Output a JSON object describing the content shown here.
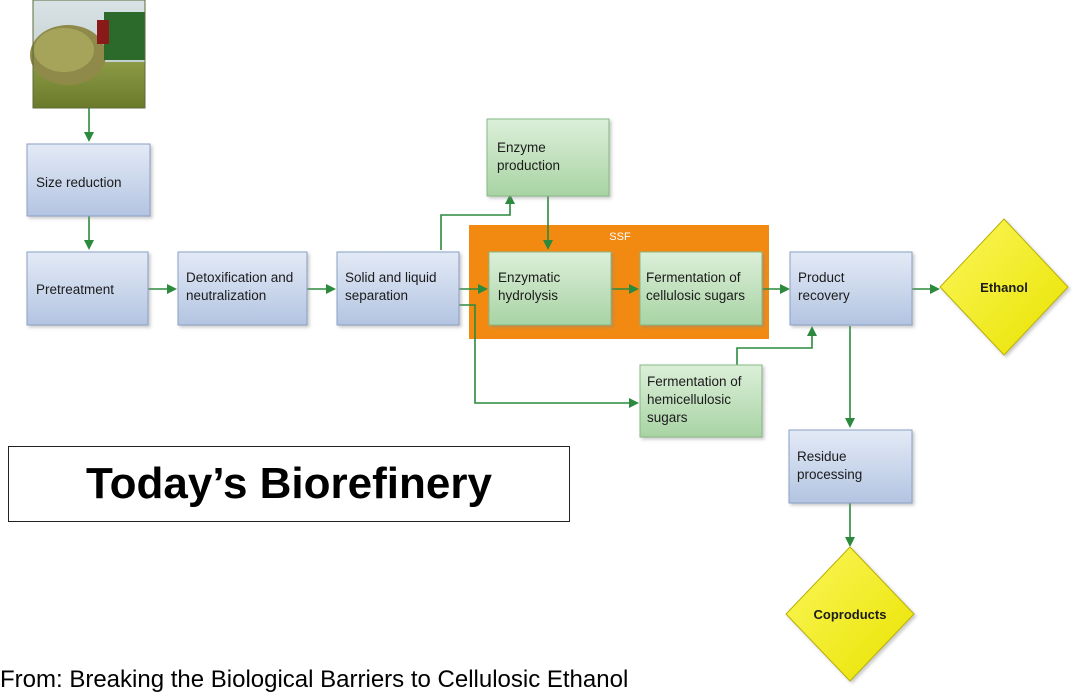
{
  "diagram": {
    "nodes": {
      "size_reduction": "Size reduction",
      "pretreatment": "Pretreatment",
      "detox": [
        "Detoxification and",
        "neutralization"
      ],
      "separation": [
        "Solid and liquid",
        "separation"
      ],
      "enzyme_production": [
        "Enzyme",
        "production"
      ],
      "hydrolysis": [
        "Enzymatic",
        "hydrolysis"
      ],
      "fermentation_cellulosic": [
        "Fermentation of",
        "cellulosic sugars"
      ],
      "fermentation_hemicellulosic": [
        "Fermentation of",
        "hemicellulosic",
        "sugars"
      ],
      "product_recovery": [
        "Product",
        "recovery"
      ],
      "residue_processing": [
        "Residue",
        "processing"
      ],
      "ethanol": "Ethanol",
      "coproducts": "Coproducts"
    },
    "ssf_label": "SSF",
    "edges": [
      [
        "biomass_photo",
        "size_reduction"
      ],
      [
        "size_reduction",
        "pretreatment"
      ],
      [
        "pretreatment",
        "detox"
      ],
      [
        "detox",
        "separation"
      ],
      [
        "separation",
        "enzyme_production"
      ],
      [
        "separation",
        "hydrolysis"
      ],
      [
        "separation",
        "fermentation_hemicellulosic"
      ],
      [
        "enzyme_production",
        "hydrolysis"
      ],
      [
        "hydrolysis",
        "fermentation_cellulosic"
      ],
      [
        "fermentation_cellulosic",
        "product_recovery"
      ],
      [
        "fermentation_hemicellulosic",
        "product_recovery"
      ],
      [
        "product_recovery",
        "ethanol"
      ],
      [
        "product_recovery",
        "residue_processing"
      ],
      [
        "residue_processing",
        "coproducts"
      ]
    ],
    "colors": {
      "blue_box": "#c9d6ec",
      "green_box": "#c2e2bf",
      "ssf": "#f28a12",
      "diamond": "#f2f000",
      "arrow": "#2b8a3e"
    }
  },
  "title": "Today’s Biorefinery",
  "caption": "From: Breaking the Biological Barriers to Cellulosic Ethanol"
}
